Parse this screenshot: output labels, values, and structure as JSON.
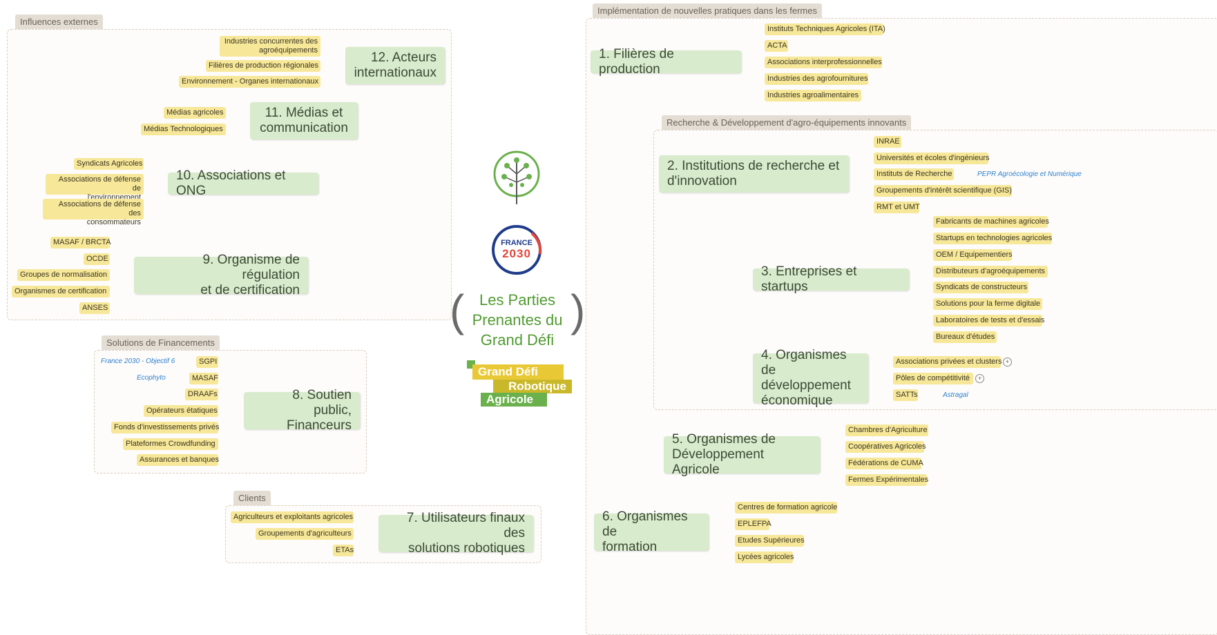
{
  "central": {
    "title": "Les Parties\nPrenantes du\nGrand Défi",
    "france_logo_line1": "FRANCE",
    "france_logo_line2": "2030",
    "gd_line1": "Grand Défi",
    "gd_line2": "Robotique",
    "gd_line3": "Agricole"
  },
  "regions": {
    "influences": "Influences externes",
    "financements": "Solutions de Financements",
    "clients": "Clients",
    "implementation": "Implémentation de nouvelles pratiques dans les fermes",
    "rd": "Recherche & Développement d'agro-équipements innovants"
  },
  "topics": {
    "t12": {
      "label": "12. Acteurs\ninternationaux",
      "leaves": [
        "Industries concurrentes des\nagroéquipements",
        "Filières de production régionales",
        "Environnement - Organes internationaux"
      ]
    },
    "t11": {
      "label": "11. Médias et\ncommunication",
      "leaves": [
        "Médias agricoles",
        "Médias Technologiques"
      ]
    },
    "t10": {
      "label": "10. Associations et ONG",
      "leaves": [
        "Syndicats Agricoles",
        "Associations de défense de\nl'environnement",
        "Associations de défense des\nconsommateurs"
      ]
    },
    "t9": {
      "label": "9. Organisme de régulation\net de certification",
      "leaves": [
        "MASAF / BRCTA",
        "OCDE",
        "Groupes de normalisation",
        "Organismes de certification",
        "ANSES"
      ]
    },
    "t8": {
      "label": "8. Soutien public,\nFinanceurs",
      "leaves": [
        "SGPI",
        "MASAF",
        "DRAAFs",
        "Opérateurs étatiques",
        "Fonds d'investissements privés",
        "Plateformes Crowdfunding",
        "Assurances et banques"
      ],
      "notes": [
        "France 2030 - Objectif 6",
        "Ecophyto"
      ]
    },
    "t7": {
      "label": "7. Utilisateurs finaux des\nsolutions robotiques",
      "leaves": [
        "Agriculteurs et exploitants agricoles",
        "Groupements d'agriculteurs",
        "ETAs"
      ]
    },
    "t1": {
      "label": "1. Filières de production",
      "leaves": [
        "Instituts Techniques Agricoles (ITA)",
        "ACTA",
        "Associations interprofessionnelles",
        "Industries des agrofournitures",
        "Industries agroalimentaires"
      ]
    },
    "t2": {
      "label": "2. Institutions de recherche et\nd'innovation",
      "leaves": [
        "INRAE",
        "Universités et écoles d'ingénieurs",
        "Instituts de Recherche",
        "Groupements d'intérêt scientifique (GIS)",
        "RMT et UMT"
      ],
      "notes": [
        "PEPR Agroécologie et Numérique"
      ]
    },
    "t3": {
      "label": "3. Entreprises et startups",
      "leaves": [
        "Fabricants de machines agricoles",
        "Startups en technologies agricoles",
        "OEM / Equipementiers",
        "Distributeurs d'agroéquipements",
        "Syndicats de constructeurs",
        "Solutions pour la ferme digitale",
        "Laboratoires de tests et d'essais",
        "Bureaux d'études"
      ]
    },
    "t4": {
      "label": "4. Organismes de\ndéveloppement\néconomique",
      "leaves": [
        "Associations privées et clusters",
        "Pôles de compétitivité",
        "SATTs"
      ],
      "notes": [
        "Astragal"
      ]
    },
    "t5": {
      "label": "5. Organismes de\nDéveloppement Agricole",
      "leaves": [
        "Chambres d'Agriculture",
        "Coopératives Agricoles",
        "Fédérations de CUMA",
        "Fermes Expérimentales"
      ]
    },
    "t6": {
      "label": "6. Organismes de\nformation",
      "leaves": [
        "Centres de formation agricole",
        "EPLEFPA",
        "Etudes Supérieures",
        "Lycées agricoles"
      ]
    }
  },
  "colors": {
    "topic": "#d9ebcd",
    "leaf": "#f6e799",
    "central": "#4f9b2f",
    "connector_topic": "#5b6b4a",
    "connector_leaf": "#a89a3c"
  },
  "icons": [
    "tree-logo-icon",
    "france2030-logo-icon",
    "plus-circle-icon"
  ]
}
